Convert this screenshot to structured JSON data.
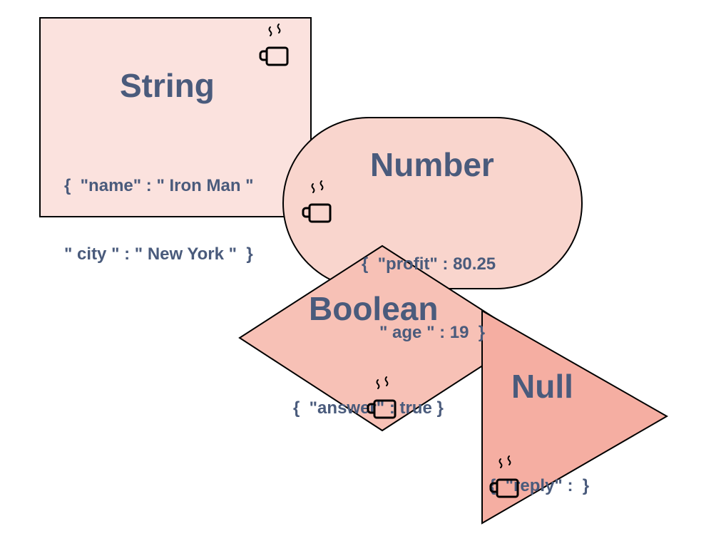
{
  "colors": {
    "text": "#4a5b7c",
    "stroke": "#000000",
    "string_fill": "#fbe2de",
    "number_fill": "#f9d5cd",
    "boolean_fill": "#f7c1b6",
    "null_fill": "#f5aea2"
  },
  "icons": {
    "mug": "coffee-mug-icon"
  },
  "string": {
    "title": "String",
    "line1": "{  \"name\" : \" Iron Man \"",
    "line2": "\" city \" : \" New York \"  }"
  },
  "number": {
    "title": "Number",
    "line1": "{  \"profit\" : 80.25",
    "line2": "\" age \" : 19  }"
  },
  "boolean": {
    "title": "Boolean",
    "line1": "{  \"answer\" : true }"
  },
  "null": {
    "title": "Null",
    "line1": "{  \"reply\" :  }"
  }
}
